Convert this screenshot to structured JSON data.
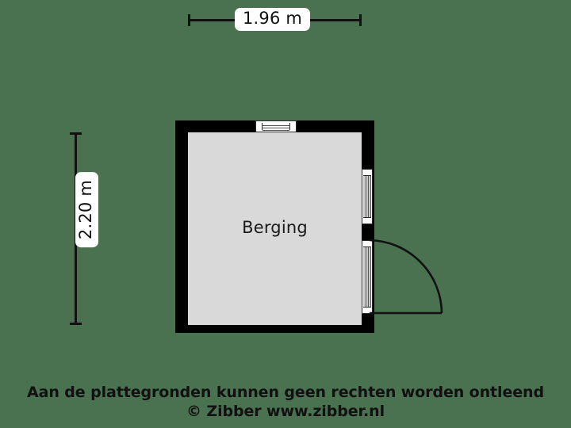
{
  "plan": {
    "background_color": "#4a7150",
    "wall_color": "#000000",
    "floor_color": "#d9d9d9",
    "line_color": "#111111",
    "rooms": [
      {
        "name": "Berging",
        "label": "Berging"
      }
    ],
    "dimensions": {
      "width": {
        "label": "1.96 m",
        "value": 1.96,
        "unit": "m",
        "orientation": "horizontal"
      },
      "height": {
        "label": "2.20 m",
        "value": 2.2,
        "unit": "m",
        "orientation": "vertical"
      }
    },
    "openings": [
      {
        "name": "window-top",
        "type": "window",
        "wall": "top"
      },
      {
        "name": "window-right",
        "type": "window",
        "wall": "right"
      },
      {
        "name": "door-right",
        "type": "door",
        "wall": "right",
        "swing": "outward-clockwise"
      }
    ]
  },
  "footer": {
    "disclaimer": "Aan de plattegronden kunnen geen rechten worden ontleend",
    "copyright": "© Zibber www.zibber.nl"
  }
}
